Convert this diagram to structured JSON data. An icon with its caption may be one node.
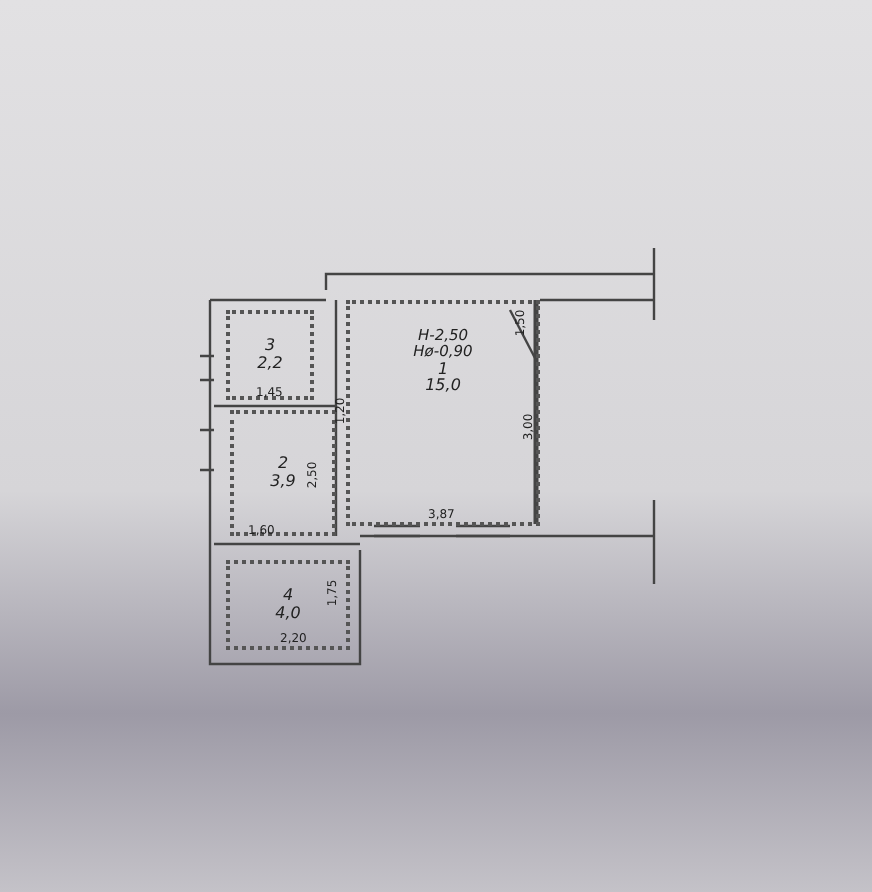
{
  "diagram": {
    "nodes": [
      {
        "text": [
          "Н-2,50",
          "Нø-0,90",
          "1",
          "15,0"
        ]
      },
      {
        "text": [
          "3",
          "2,2"
        ]
      },
      {
        "text": [
          "2",
          "3,9"
        ]
      },
      {
        "text": [
          "4",
          "4,0"
        ]
      }
    ],
    "labels": [
      "1,50",
      "1,20",
      "3,00",
      "1,45",
      "2,50",
      "3,87",
      "1,60",
      "1,75",
      "2,20"
    ]
  }
}
